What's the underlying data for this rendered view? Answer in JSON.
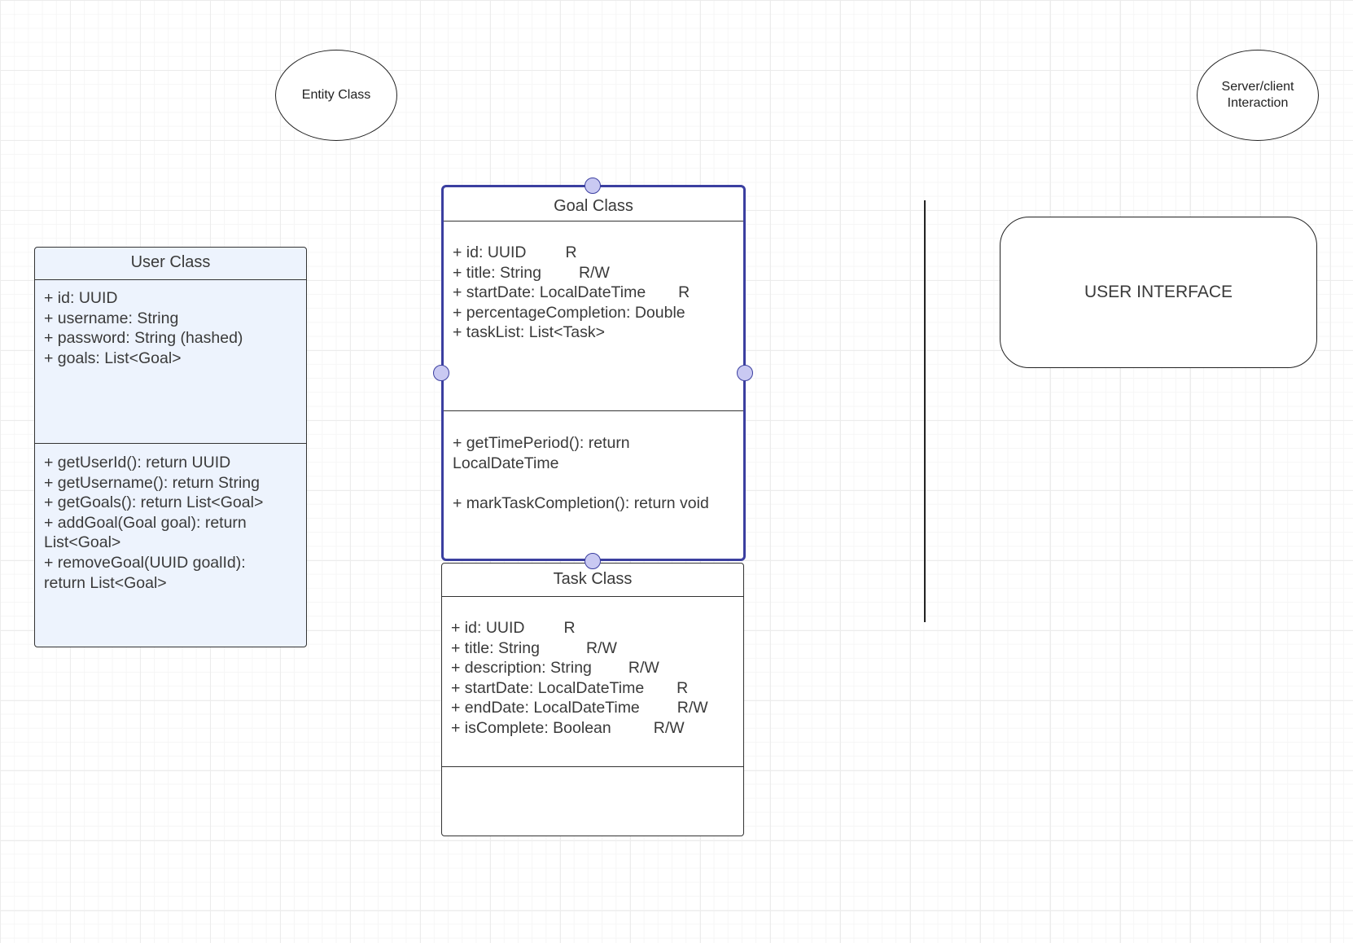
{
  "legend": {
    "entity": "Entity Class",
    "server_client": "Server/client Interaction"
  },
  "user_class": {
    "title": "User Class",
    "attributes": [
      "+ id: UUID",
      "+ username: String",
      "+ password: String (hashed)",
      "+ goals: List<Goal>"
    ],
    "methods": [
      "+ getUserId(): return UUID",
      "+ getUsername(): return String",
      "+ getGoals(): return List<Goal>",
      "+ addGoal(Goal goal): return List<Goal>",
      "+ removeGoal(UUID goalId): return List<Goal>"
    ]
  },
  "goal_class": {
    "title": "Goal Class",
    "attributes": [
      {
        "name": "+ id: UUID",
        "access": "R"
      },
      {
        "name": "+ title: String",
        "access": "R/W"
      },
      {
        "name": "+ startDate: LocalDateTime",
        "access": "R"
      },
      {
        "name": "+ percentageCompletion: Double",
        "access": ""
      },
      {
        "name": "+ taskList: List<Task>",
        "access": ""
      }
    ],
    "methods": [
      "+ getTimePeriod(): return LocalDateTime",
      "+ markTaskCompletion(): return void"
    ]
  },
  "task_class": {
    "title": "Task Class",
    "attributes": [
      {
        "name": "+ id: UUID",
        "access": "R"
      },
      {
        "name": "+ title: String",
        "access": "R/W"
      },
      {
        "name": "+ description: String",
        "access": "R/W"
      },
      {
        "name": "+ startDate: LocalDateTime",
        "access": "R"
      },
      {
        "name": "+ endDate: LocalDateTime",
        "access": "R/W"
      },
      {
        "name": "+ isComplete: Boolean",
        "access": "R/W"
      }
    ],
    "methods": []
  },
  "user_interface": {
    "label": "USER INTERFACE"
  },
  "colors": {
    "selection": "#3b3fa0",
    "handle_fill": "#c9c9f2",
    "user_class_fill": "#edf3fd"
  }
}
